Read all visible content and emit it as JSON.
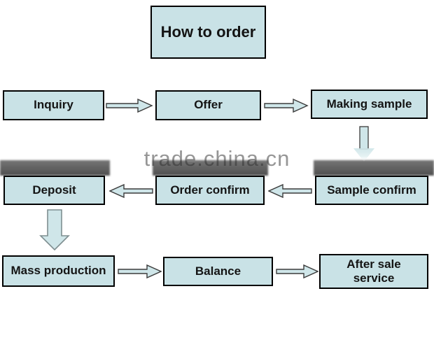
{
  "title": "How to order",
  "watermark": "trade.china.cn",
  "colors": {
    "box_fill": "#c9e2e6",
    "box_border": "#000000",
    "arrow_fill": "#cfe6e9",
    "arrow_stroke": "#3c3c3c",
    "down_arrow_stroke": "#7f8f91",
    "shadow_bar": "#5a5a5a",
    "watermark_color": "#8f8f8f"
  },
  "flow": {
    "row1": [
      {
        "label": "Inquiry"
      },
      {
        "label": "Offer"
      },
      {
        "label": "Making sample"
      }
    ],
    "row2": [
      {
        "label": "Deposit"
      },
      {
        "label": "Order confirm"
      },
      {
        "label": "Sample confirm"
      }
    ],
    "row3": [
      {
        "label": "Mass production"
      },
      {
        "label": "Balance"
      },
      {
        "label": "After sale service"
      }
    ]
  }
}
